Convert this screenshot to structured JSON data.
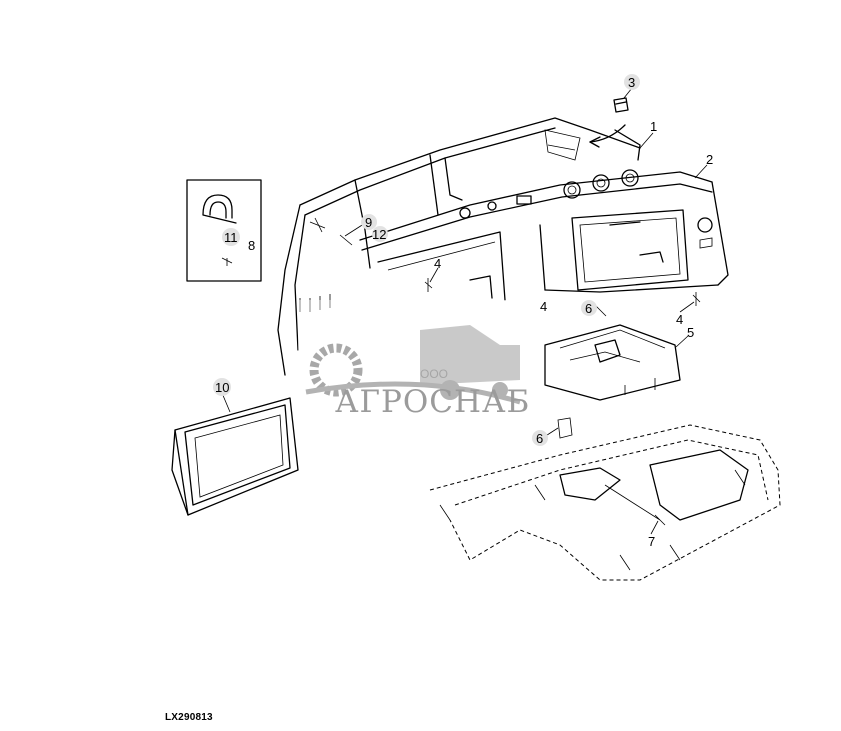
{
  "figure_id": "LX290813",
  "watermark": {
    "small": "ООО",
    "name": "АГРОСНАБ"
  },
  "callouts": [
    "1",
    "2",
    "3",
    "4",
    "4",
    "4",
    "5",
    "6",
    "6",
    "7",
    "8",
    "9",
    "10",
    "11",
    "12"
  ],
  "colors": {
    "line": "#000000",
    "background": "#ffffff",
    "watermark": "#7a7a7a"
  }
}
